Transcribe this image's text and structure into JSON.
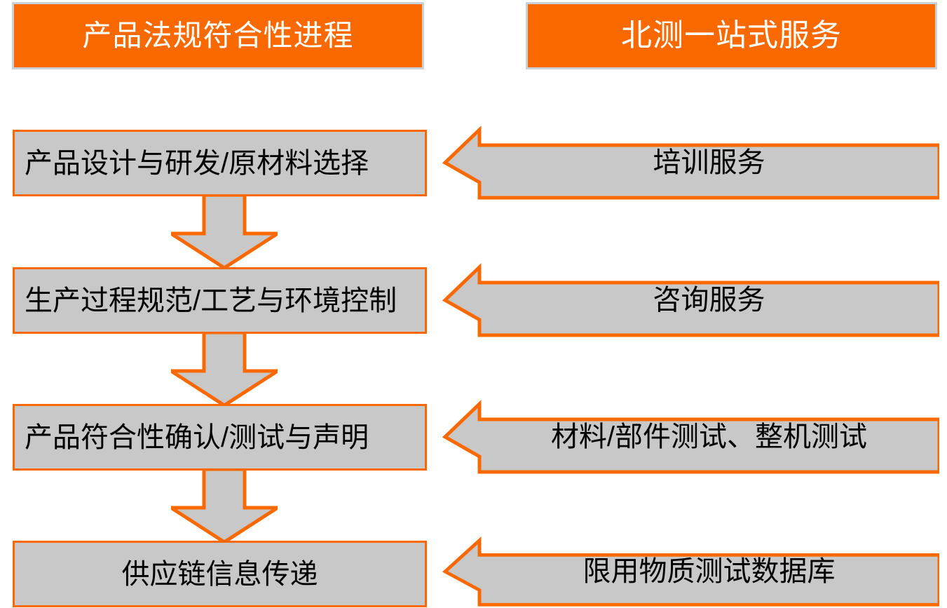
{
  "colors": {
    "accent_orange": "#fa6800",
    "box_gray": "#c8c8c8",
    "header_border": "#c9d2d8",
    "text_dark": "#000000",
    "text_light": "#ffffff"
  },
  "headers": {
    "left": "产品法规符合性进程",
    "right": "北测一站式服务"
  },
  "process_steps": [
    {
      "label": "产品设计与研发/原材料选择"
    },
    {
      "label": "生产过程规范/工艺与环境控制"
    },
    {
      "label": "产品符合性确认/测试与声明"
    },
    {
      "label": "供应链信息传递"
    }
  ],
  "services": [
    {
      "label": "培训服务"
    },
    {
      "label": "咨询服务"
    },
    {
      "label": "材料/部件测试、整机测试"
    },
    {
      "label": "限用物质测试数据库"
    }
  ],
  "connectors": {
    "down_arrow_icon": "arrow-down-icon",
    "left_arrow_icon": "arrow-left-icon"
  }
}
